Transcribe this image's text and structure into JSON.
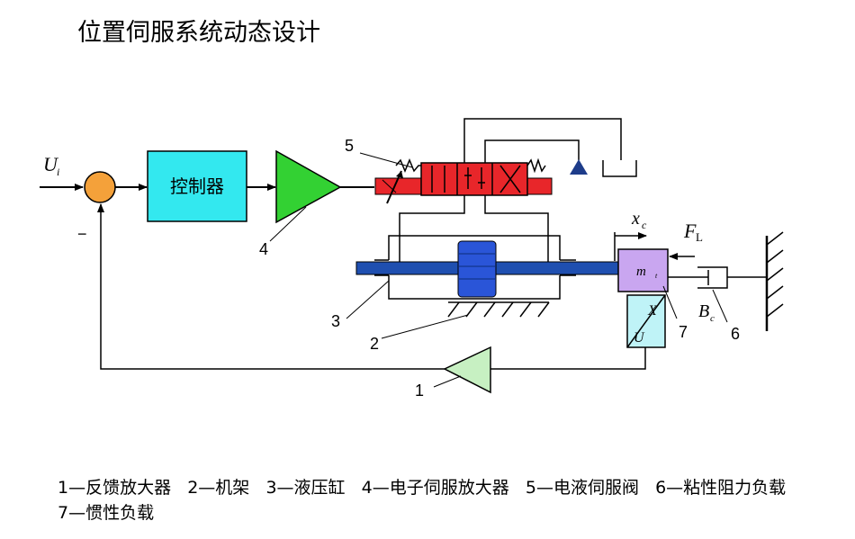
{
  "title": "位置伺服系统动态设计",
  "blocks": {
    "controller": "控制器",
    "minus_sign": "−"
  },
  "symbols": {
    "input": "U",
    "input_sub": "i",
    "displacement": "x",
    "displacement_sub": "c",
    "force": "F",
    "force_sub": "L",
    "mass": "m",
    "mass_sub": "t",
    "damping": "B",
    "damping_sub": "c",
    "sensor_top": "X",
    "sensor_bottom": "U"
  },
  "callouts": [
    "1",
    "2",
    "3",
    "4",
    "5",
    "6",
    "7"
  ],
  "legend": [
    "1—反馈放大器",
    "2—机架",
    "3—液压缸",
    "4—电子伺服放大器",
    "5—电液伺服阀",
    "6—粘性阻力负载",
    "7—惯性负载"
  ],
  "colors": {
    "summing_junction": "#f4a13a",
    "controller": "#33e8ef",
    "amplifier": "#33d133",
    "servo_valve": "#e8262a",
    "pump_triangle": "#1d3c8a",
    "cylinder_rod": "#1f4fb0",
    "piston": "#2a55d8",
    "inertia_load": "#c9a6f0",
    "sensor": "#bff3f7",
    "feedback_amplifier": "#c7f0c2"
  }
}
